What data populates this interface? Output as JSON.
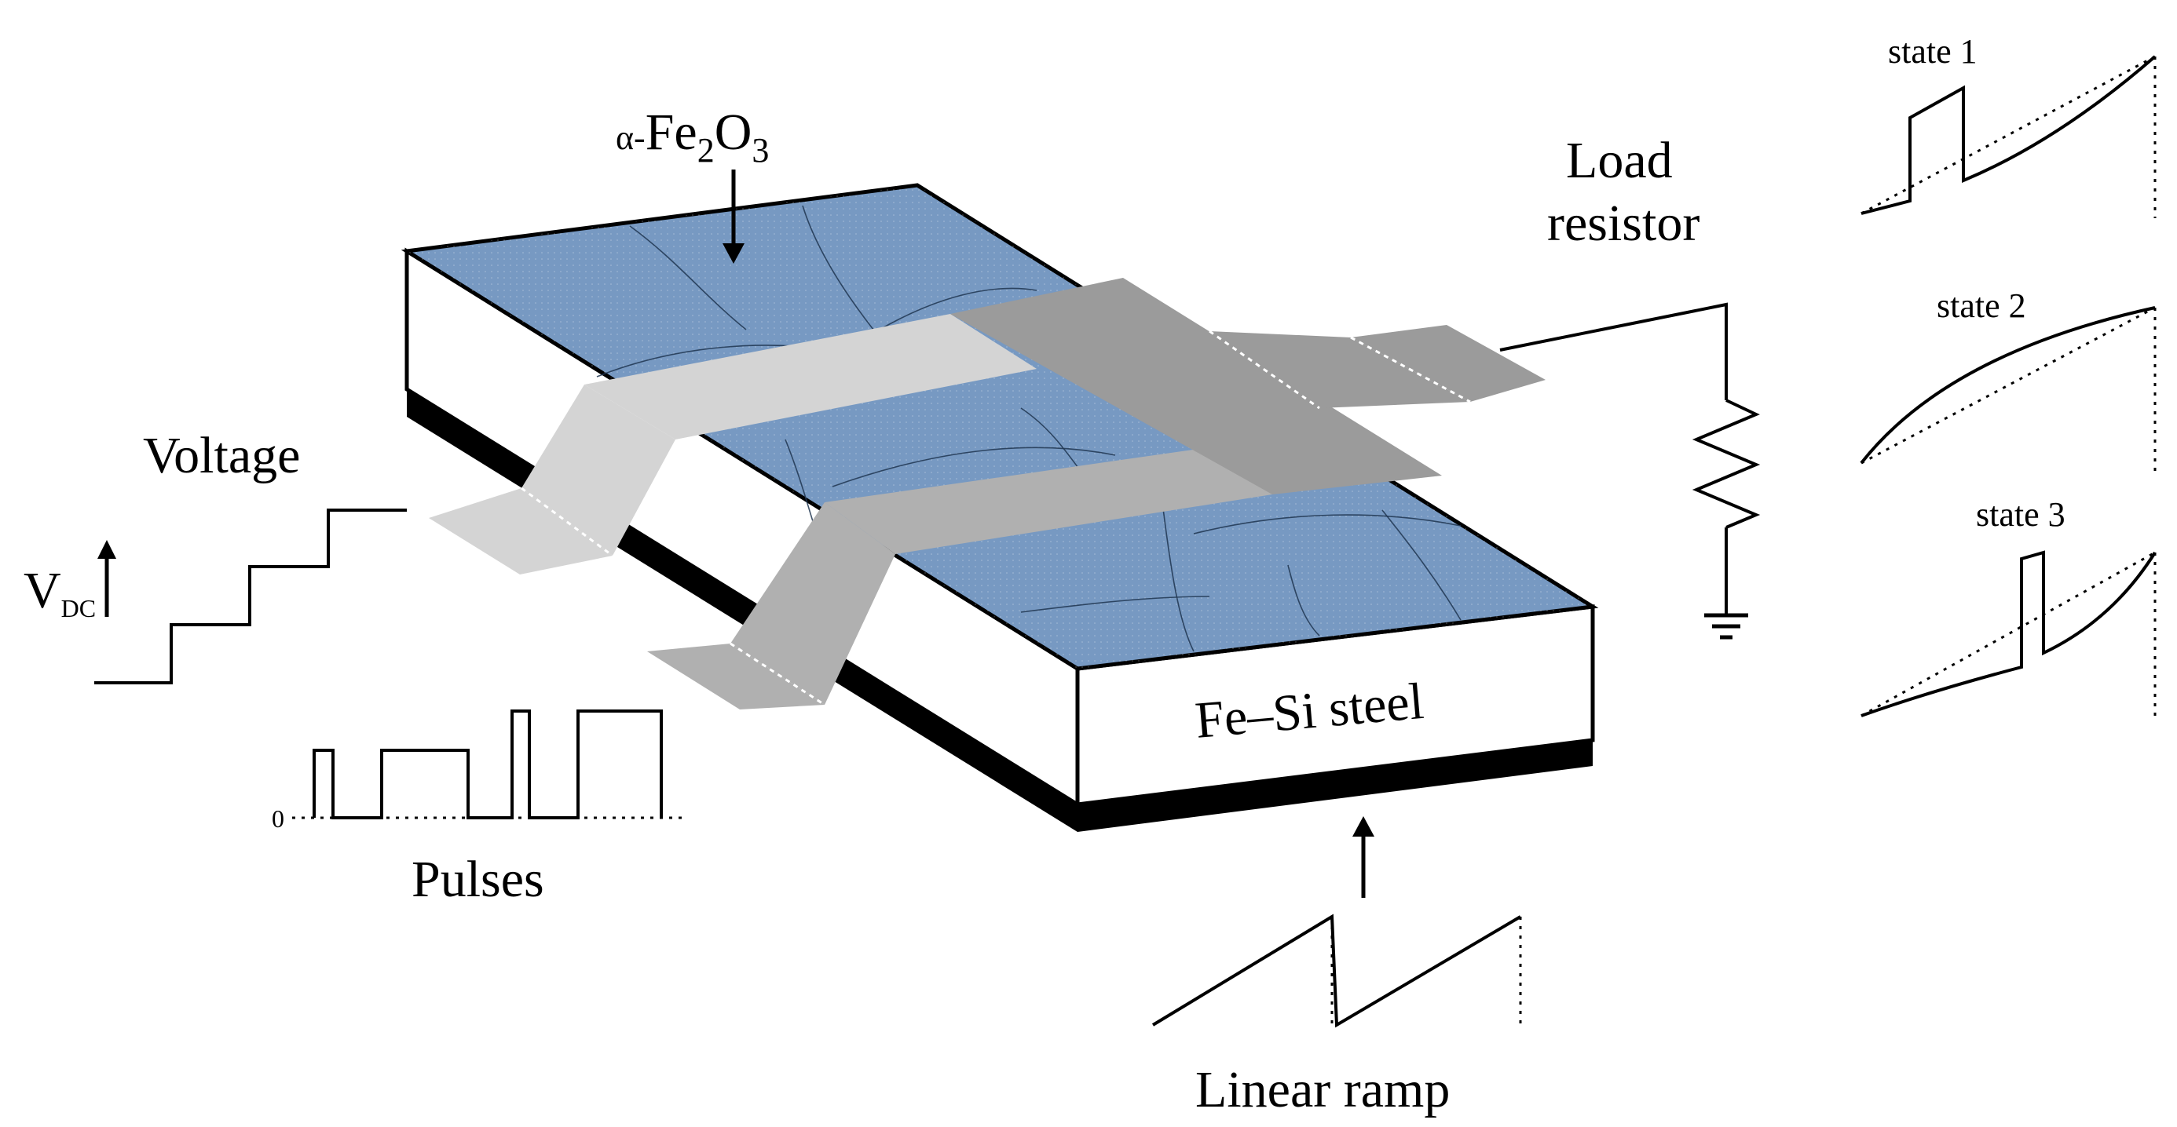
{
  "labels": {
    "film_prefix": "α-",
    "film_fe": "Fe",
    "film_sub2": "2",
    "film_o": "O",
    "film_sub3": "3",
    "substrate": "Fe–Si steel",
    "load_line1": "Load",
    "load_line2": "resistor",
    "voltage": "Voltage",
    "vdc_v": "V",
    "vdc_sub": "DC",
    "pulses": "Pulses",
    "pulse_zero": "0",
    "ramp": "Linear ramp",
    "state1": "state 1",
    "state2": "state 2",
    "state3": "state 3"
  },
  "colors": {
    "film": "#7799c2",
    "substrate_side": "#ffffff",
    "base": "#000000",
    "electrode_light": "#d4d4d4",
    "electrode_mid": "#b0b0b0",
    "electrode_dark": "#9b9b9b"
  },
  "icons": {
    "resistor": "resistor-zigzag-icon",
    "ground": "ground-symbol-icon"
  }
}
